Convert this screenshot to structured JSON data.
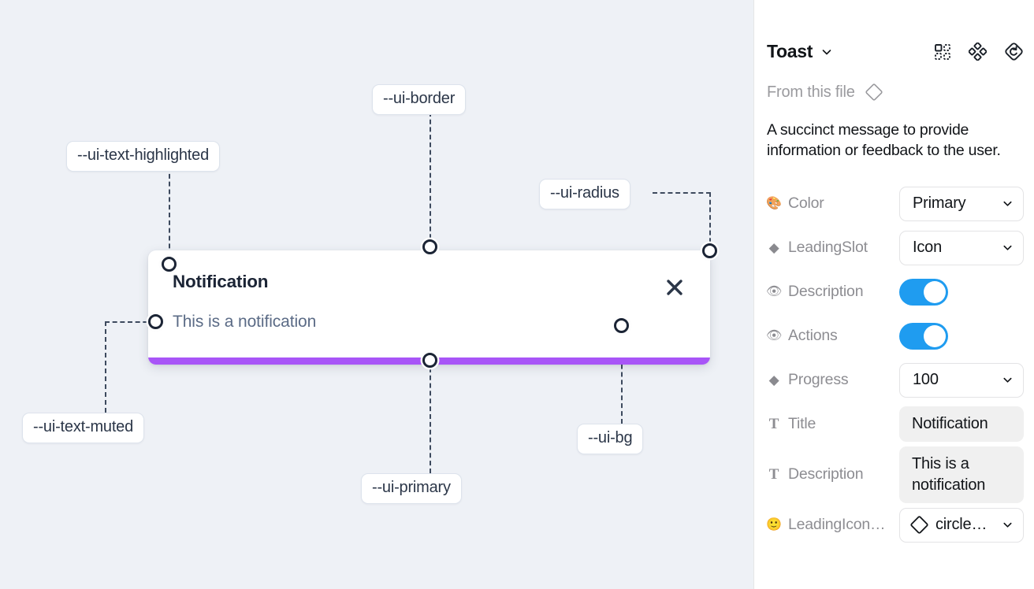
{
  "canvas": {
    "toast": {
      "title": "Notification",
      "description": "This is a notification",
      "close_icon": "close-icon",
      "progress_color": "#a855f7",
      "background": "#ffffff",
      "radius": "10px"
    },
    "annotations": [
      {
        "id": "ui-border",
        "label": "--ui-border"
      },
      {
        "id": "ui-text-highlighted",
        "label": "--ui-text-highlighted"
      },
      {
        "id": "ui-radius",
        "label": "--ui-radius"
      },
      {
        "id": "ui-text-muted",
        "label": "--ui-text-muted"
      },
      {
        "id": "ui-primary",
        "label": "--ui-primary"
      },
      {
        "id": "ui-bg",
        "label": "--ui-bg"
      }
    ],
    "background": "#eef1f6"
  },
  "panel": {
    "title": "Toast",
    "title_caret_icon": "chevron-down-icon",
    "header_icons": [
      {
        "name": "component-set-icon"
      },
      {
        "name": "variants-cluster-icon"
      },
      {
        "name": "reset-instance-icon"
      }
    ],
    "from_file_label": "From this file",
    "from_file_icon": "diamond-icon",
    "component_description": "A succinct message to provide information or feedback to the user.",
    "properties": [
      {
        "id": "color",
        "icon": "palette-icon",
        "icon_glyph": "🎨",
        "label": "Color",
        "control": "select",
        "value": "Primary"
      },
      {
        "id": "leadingslot",
        "icon": "diamond-icon",
        "icon_glyph": "◆",
        "label": "LeadingSlot",
        "control": "select",
        "value": "Icon"
      },
      {
        "id": "description",
        "icon": "eye-icon",
        "icon_glyph": "👁",
        "label": "Description",
        "control": "toggle",
        "value": "on"
      },
      {
        "id": "actions",
        "icon": "eye-icon",
        "icon_glyph": "👁",
        "label": "Actions",
        "control": "toggle",
        "value": "on"
      },
      {
        "id": "progress",
        "icon": "diamond-icon",
        "icon_glyph": "◆",
        "label": "Progress",
        "control": "select",
        "value": "100"
      },
      {
        "id": "title",
        "icon": "text-icon",
        "icon_glyph": "T",
        "label": "Title",
        "control": "textfield",
        "value": "Notification"
      },
      {
        "id": "description-text",
        "icon": "text-icon",
        "icon_glyph": "T",
        "label": "Description",
        "control": "textfield",
        "value": "This is a notification"
      },
      {
        "id": "leadingicon",
        "icon": "smiley-icon",
        "icon_glyph": "🙂",
        "label": "LeadingIcon…",
        "control": "icon-select",
        "value": "circle…"
      }
    ],
    "accent_color": "#1f9cf0"
  }
}
